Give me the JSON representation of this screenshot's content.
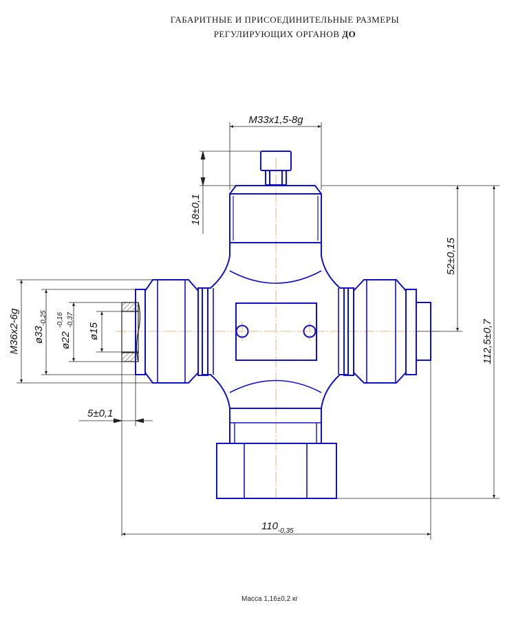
{
  "title": {
    "line1": "ГАБАРИТНЫЕ И ПРИСОЕДИНИТЕЛЬНЫЕ РАЗМЕРЫ",
    "line2_main": "РЕГУЛИРУЮЩИХ ОРГАНОВ ",
    "line2_bold": "ДО"
  },
  "dimensions": {
    "thread_top": "M33x1,5-8g",
    "height_stem": "18±0,1",
    "height_center": "52±0,15",
    "height_total": "112,5±0,7",
    "thread_side": "M36x2-6g",
    "d33_main": "ø33",
    "d33_tol": "-0,25",
    "d22_main": "ø22",
    "d22_tol_upper": "-0,16",
    "d22_tol_lower": "-0,37",
    "d15": "ø15",
    "offset": "5±0,1",
    "width_main": "110",
    "width_tol": "-0,35"
  },
  "footer": {
    "mass": "Масса 1,16±0,2 кг"
  },
  "colors": {
    "outline": "#1010c8",
    "dimension": "#222222",
    "centerline": "#e0a060",
    "hatch": "#444444"
  }
}
